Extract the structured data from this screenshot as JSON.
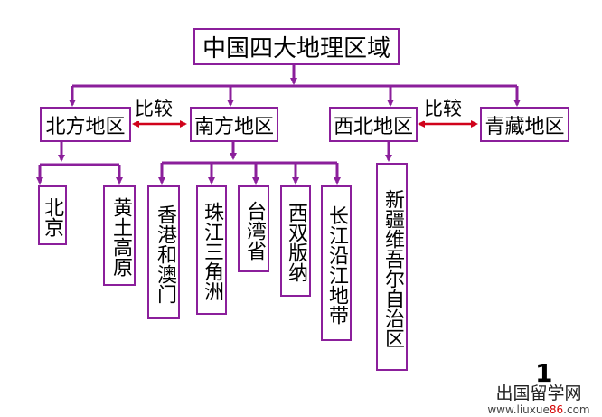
{
  "title": "中国四大地理区域",
  "regions": {
    "north": "北方地区",
    "south": "南方地区",
    "northwest": "西北地区",
    "qingzang": "青藏地区"
  },
  "compare_label": "比较",
  "north_children": [
    "北京",
    "黄土高原"
  ],
  "south_children": [
    "香港和澳门",
    "珠江三角洲",
    "台湾省",
    "西双版纳",
    "长江沿江地带"
  ],
  "northwest_children": [
    "新疆维吾尔自治区"
  ],
  "page_number": "1",
  "watermark": {
    "site_name": "出国留学网",
    "url_prefix": "www.liuxue",
    "url_number": "86",
    "url_suffix": ".com"
  },
  "colors": {
    "connector": "#8b1f9b",
    "compare_arrow": "#d0021b",
    "box_border": "#8b1f9b"
  }
}
